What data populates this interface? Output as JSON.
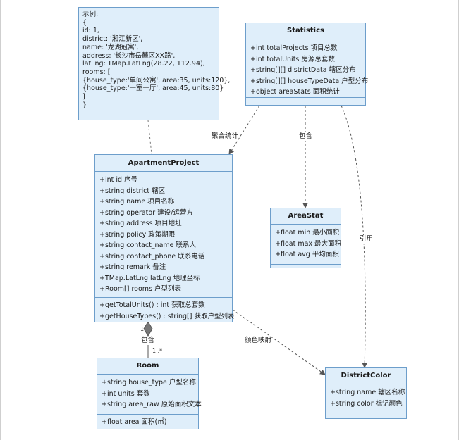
{
  "note": {
    "lines": [
      "示例:",
      "{",
      "id: 1,",
      "district: '湘江新区',",
      "name: '龙湖冠寓',",
      "address: '长沙市岳麓区XX路',",
      "latLng: TMap.LatLng(28.22, 112.94),",
      "rooms: [",
      "{house_type:'单间公寓', area:35, units:120},",
      "{house_type:'一室一厅', area:45, units:80}",
      "]",
      "}"
    ]
  },
  "statistics": {
    "title": "Statistics",
    "attributes": [
      "+int totalProjects 项目总数",
      "+int totalUnits 房源总套数",
      "+string[][] districtData 辖区分布",
      "+string[][] houseTypeData 户型分布",
      "+object areaStats 面积统计"
    ],
    "operations": []
  },
  "apartment_project": {
    "title": "ApartmentProject",
    "attributes": [
      "+int id 序号",
      "+string district 辖区",
      "+string name 项目名称",
      "+string operator 建设/运营方",
      "+string address 项目地址",
      "+string policy 政策期限",
      "+string contact_name 联系人",
      "+string contact_phone 联系电话",
      "+string remark 备注",
      "+TMap.LatLng latLng 地理坐标",
      "+Room[] rooms 户型列表"
    ],
    "operations": [
      "+getTotalUnits() : int 获取总套数",
      "+getHouseTypes() : string[] 获取户型列表"
    ]
  },
  "area_stat": {
    "title": "AreaStat",
    "attributes": [
      "+float min 最小面积",
      "+float max 最大面积",
      "+float avg 平均面积"
    ],
    "operations": []
  },
  "room": {
    "title": "Room",
    "attributes": [
      "+string house_type 户型名称",
      "+int units 套数",
      "+string area_raw 原始面积文本"
    ],
    "operations": [
      "+float area 面积(㎡)"
    ]
  },
  "district_color": {
    "title": "DistrictColor",
    "attributes": [
      "+string name 辖区名称",
      "+string color 标记颜色"
    ],
    "operations": []
  },
  "relations": {
    "aggregate_stats": "聚合统计",
    "contains_areastat": "包含",
    "reference": "引用",
    "color_mapping": "颜色映射",
    "contains_room": "包含",
    "mult_one": "1",
    "mult_many": "1..*"
  }
}
